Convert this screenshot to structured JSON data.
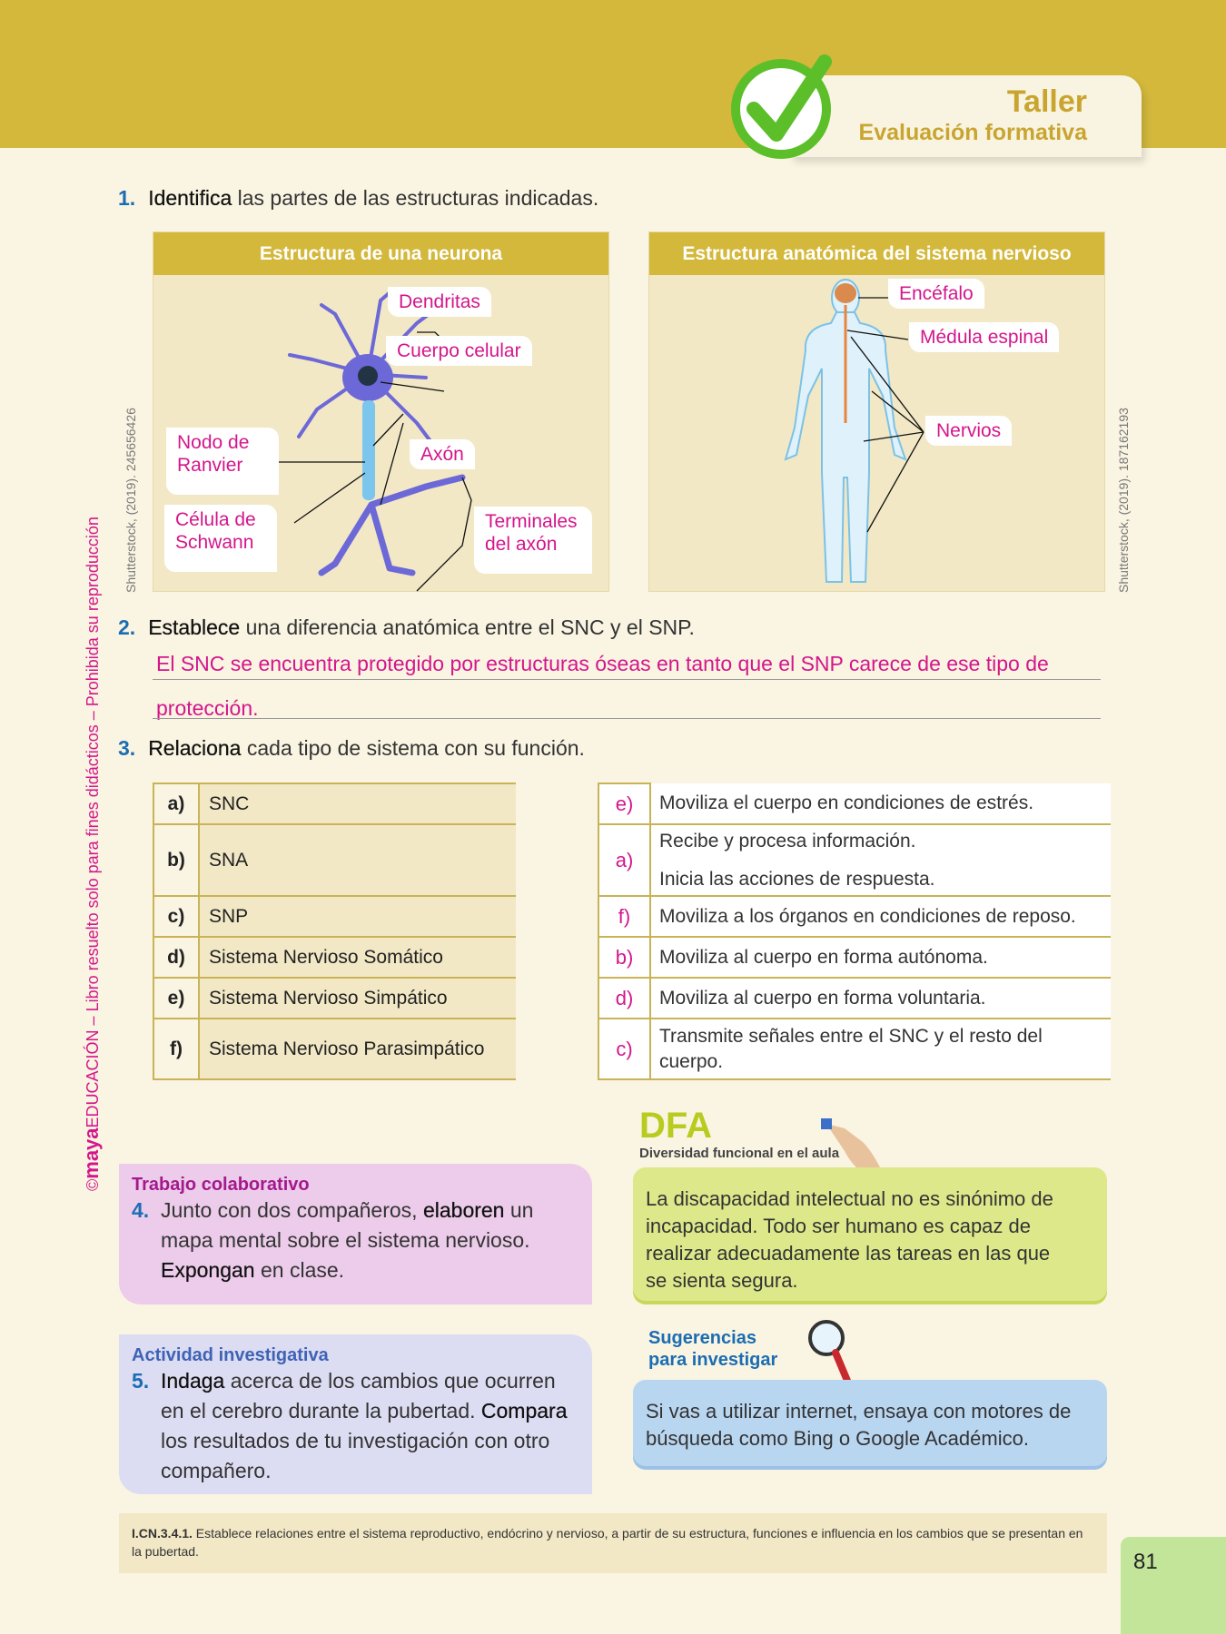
{
  "header": {
    "title": "Taller",
    "subtitle": "Evaluación formativa"
  },
  "side_text": {
    "brand": "maya",
    "copyright": "©",
    "rest": "EDUCACIÓN – Libro resuelto solo para fines didácticos – Prohibida su reproducción"
  },
  "q1": {
    "number": "1.",
    "bold": "Identifica",
    "rest": " las partes de las estructuras indicadas.",
    "fig1": {
      "title": "Estructura de una neurona",
      "credit": "Shutterstock, (2019). 245656426",
      "labels": {
        "dendritas": "Dendritas",
        "cuerpo": "Cuerpo celular",
        "nodo1": "Nodo de",
        "nodo2": "Ranvier",
        "axon": "Axón",
        "schwann1": "Célula de",
        "schwann2": "Schwann",
        "term1": "Terminales",
        "term2": "del axón"
      }
    },
    "fig2": {
      "title": "Estructura anatómica del sistema nervioso",
      "credit": "Shutterstock, (2019). 187162193",
      "labels": {
        "encefalo": "Encéfalo",
        "medula": "Médula espinal",
        "nervios": "Nervios"
      }
    }
  },
  "q2": {
    "number": "2.",
    "bold": "Establece",
    "rest": " una diferencia anatómica entre el SNC y el SNP.",
    "answer_line1": "El SNC se encuentra protegido por estructuras óseas en tanto que el SNP carece de ese tipo de",
    "answer_line2": "protección."
  },
  "q3": {
    "number": "3.",
    "bold": "Relaciona",
    "rest": " cada tipo de sistema con su función.",
    "left": [
      {
        "k": "a)",
        "v": "SNC"
      },
      {
        "k": "b)",
        "v": "SNA"
      },
      {
        "k": "c)",
        "v": "SNP"
      },
      {
        "k": "d)",
        "v": "Sistema Nervioso Somático"
      },
      {
        "k": "e)",
        "v": "Sistema Nervioso Simpático"
      },
      {
        "k": "f)",
        "v": "Sistema Nervioso Parasimpático"
      }
    ],
    "right": [
      {
        "k": "e)",
        "v": "Moviliza el cuerpo en condiciones de estrés."
      },
      {
        "k": "a)",
        "v": "Recibe y procesa información.",
        "v2": "Inicia las acciones de respuesta."
      },
      {
        "k": "f)",
        "v": "Moviliza a los órganos en condiciones de reposo."
      },
      {
        "k": "b)",
        "v": "Moviliza al cuerpo en forma autónoma."
      },
      {
        "k": "d)",
        "v": "Moviliza al cuerpo en forma voluntaria."
      },
      {
        "k": "c)",
        "v": "Transmite señales entre el SNC y el resto del cuerpo."
      }
    ]
  },
  "trabajo": {
    "title": "Trabajo colaborativo",
    "number": "4.",
    "t1": "Junto con dos compañeros, ",
    "b1": "elaboren",
    "t2": " un mapa mental sobre el sistema nervioso. ",
    "b2": "Expongan",
    "t3": " en clase."
  },
  "actividad": {
    "title": "Actividad investigativa",
    "number": "5.",
    "b1": "Indaga",
    "t1": " acerca de los cambios que ocurren en el cerebro durante la pubertad. ",
    "b2": "Compara",
    "t2": " los resultados de tu investigación con otro compañero."
  },
  "dfa": {
    "logo": "DFA",
    "subtitle": "Diversidad funcional en el aula",
    "text": "La discapacidad intelectual no es sinónimo de incapacidad. Todo ser humano es capaz de realizar adecuadamente las tareas en las que se sienta segura."
  },
  "sugerencias": {
    "title1": "Sugerencias",
    "title2": "para investigar",
    "text": "Si vas a utilizar internet, ensaya con motores de búsqueda como Bing o Google Académico."
  },
  "footer": {
    "code": "I.CN.3.4.1.",
    "text": " Establece relaciones entre el sistema reproductivo, endócrino y nervioso, a partir de su estructura, funciones e influencia en los cambios que se presentan en la pubertad."
  },
  "page_number": "81",
  "colors": {
    "band": "#d3b83c",
    "magenta": "#d4168c",
    "blue": "#1b6db3"
  }
}
